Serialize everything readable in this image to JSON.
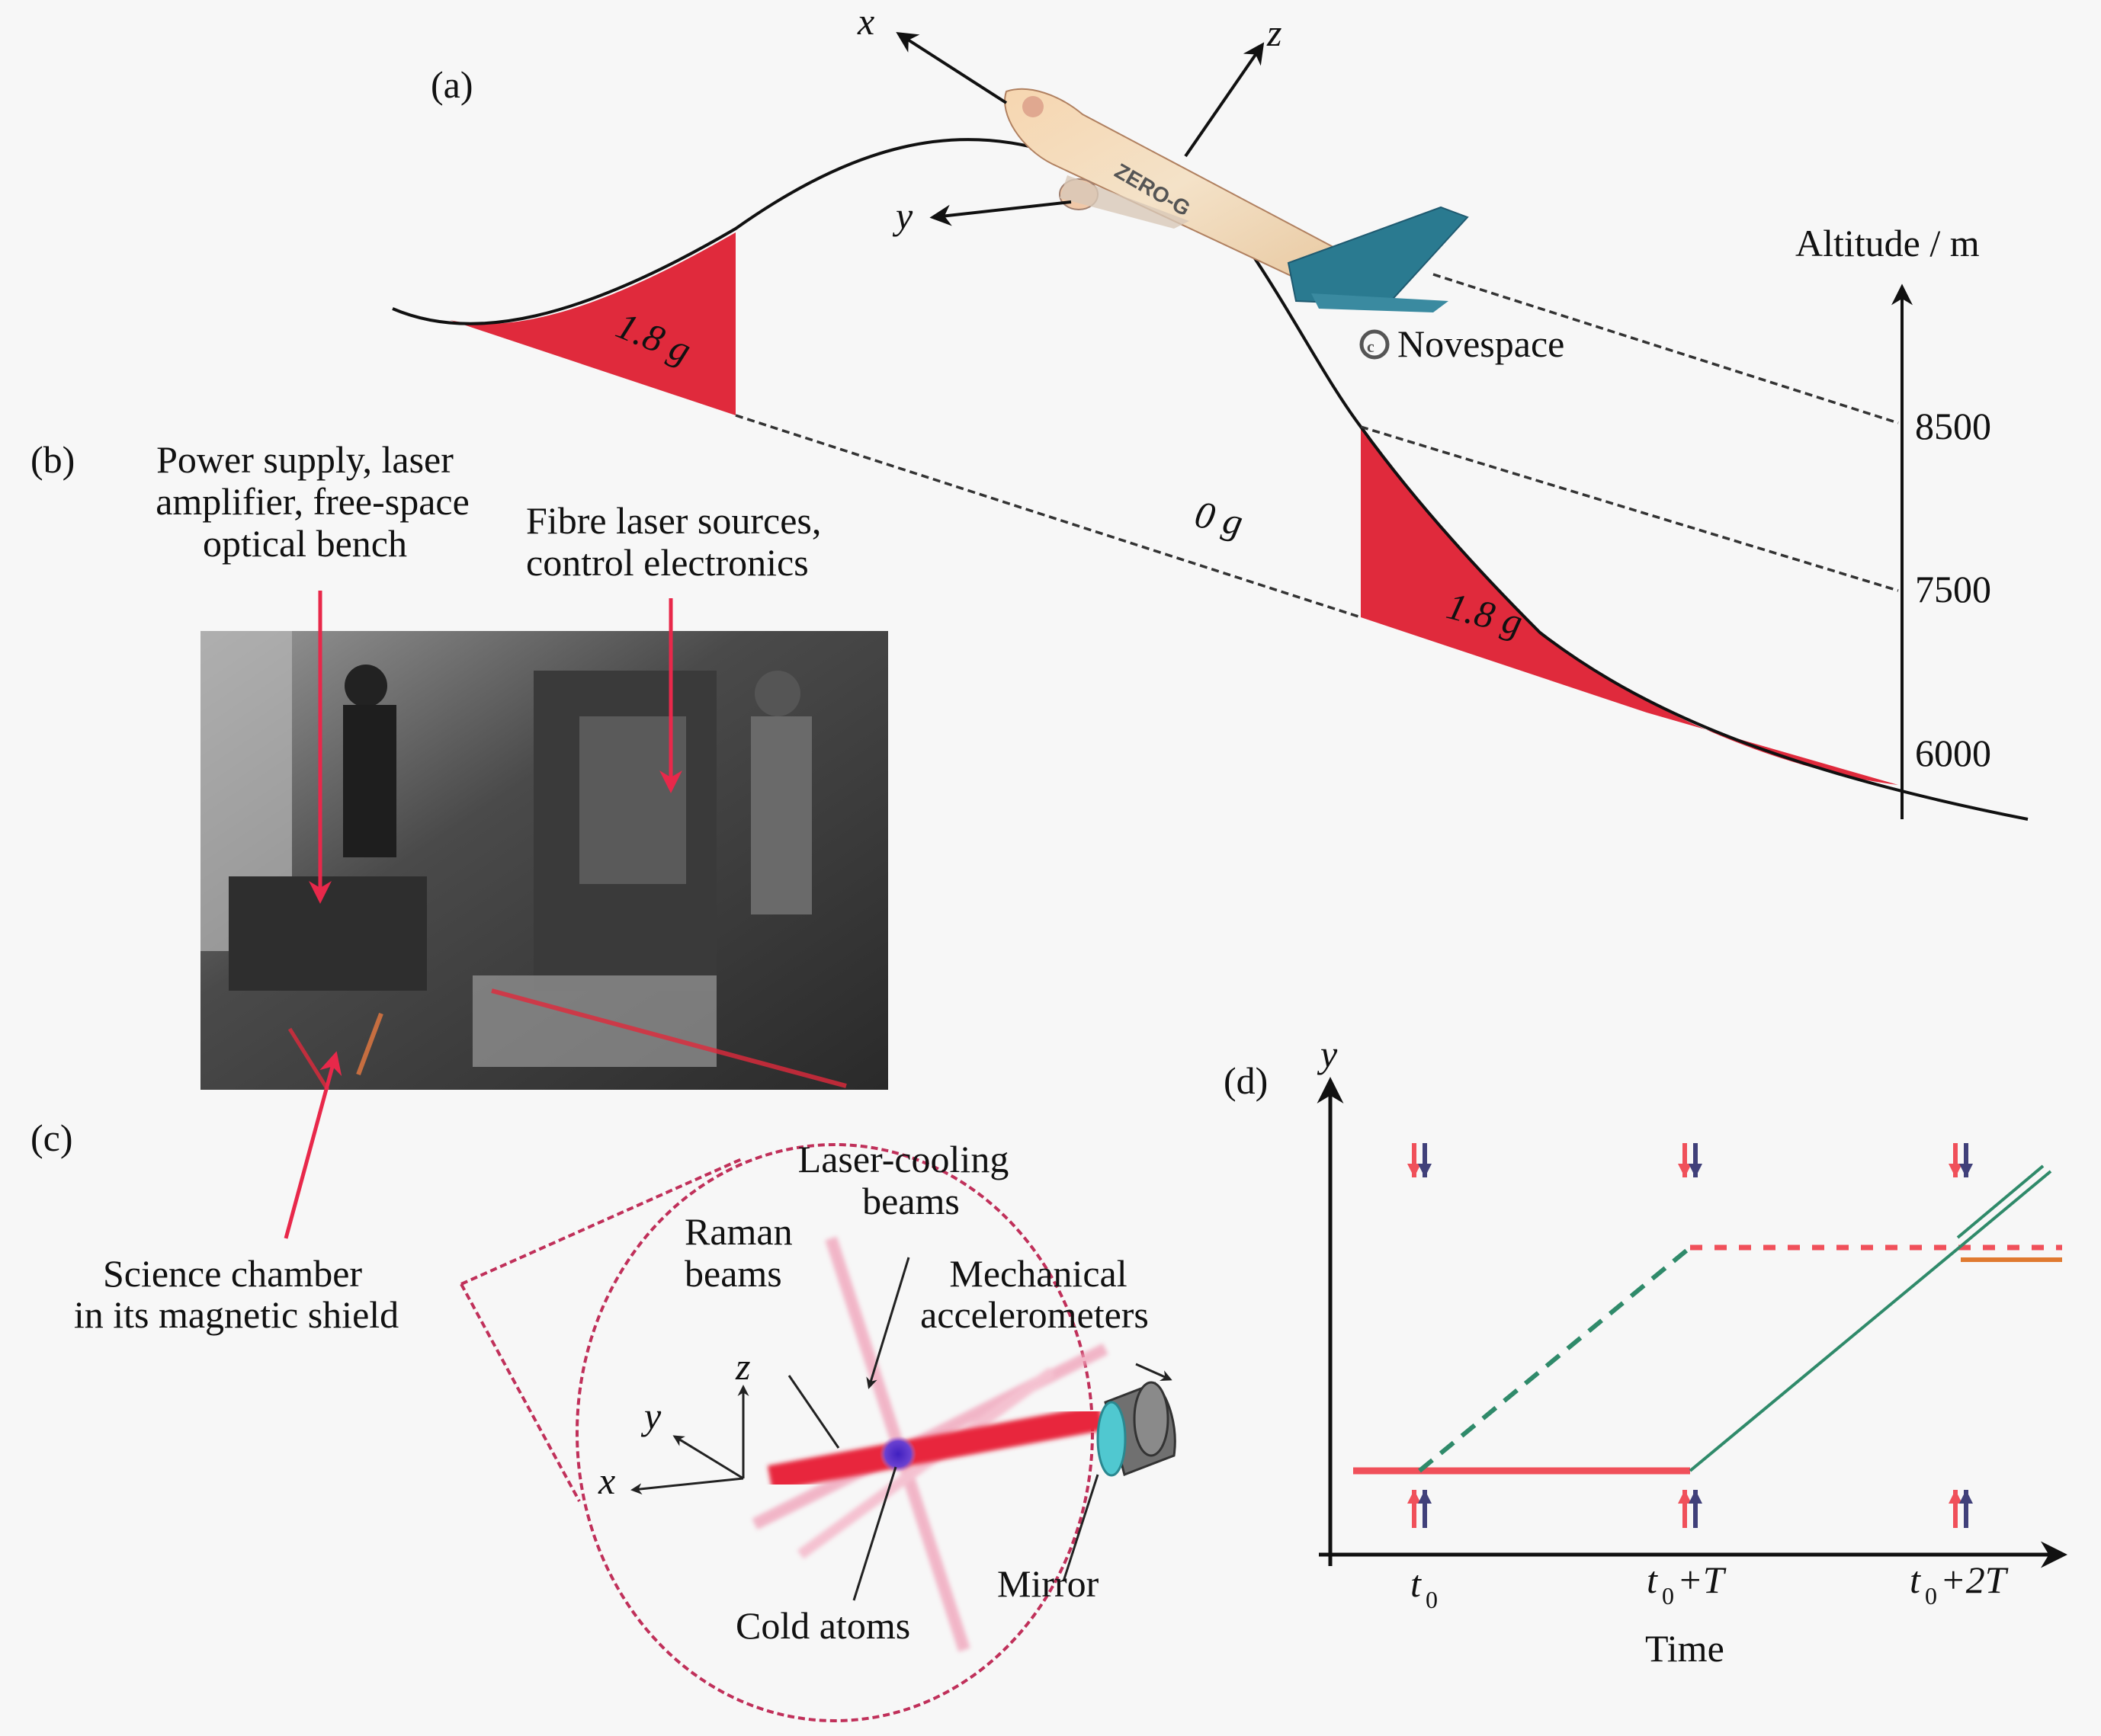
{
  "figure": {
    "panels": {
      "a": {
        "label": "(a)",
        "axes_labels": {
          "x": "x",
          "y": "y",
          "z": "z"
        },
        "altitude_axis": {
          "title": "Altitude / m",
          "ticks": [
            "8500",
            "7500",
            "6000"
          ]
        },
        "phase_labels": {
          "pull_up": "1.8 g",
          "freefall": "0 g",
          "pull_out": "1.8 g"
        },
        "credit": "Novespace",
        "aircraft_text": "ZERO-G",
        "colors": {
          "hypergravity": "#e02a3c"
        }
      },
      "b": {
        "label": "(b)",
        "callouts": {
          "left": [
            "Power supply, laser",
            "amplifier, free-space",
            "optical bench"
          ],
          "right": [
            "Fibre laser sources,",
            "control electronics"
          ],
          "bottom": [
            "Science chamber",
            "in its magnetic shield"
          ]
        }
      },
      "c": {
        "label": "(c)",
        "callouts": {
          "cooling": [
            "Laser-cooling",
            "beams"
          ],
          "raman": [
            "Raman",
            "beams"
          ],
          "accel": [
            "Mechanical",
            "accelerometers"
          ],
          "mirror": "Mirror",
          "atoms": "Cold atoms"
        },
        "axes_labels": {
          "x": "x",
          "y": "y",
          "z": "z"
        }
      },
      "d": {
        "label": "(d)",
        "y_label": "y",
        "x_label": "Time",
        "ticks": [
          {
            "t": "t",
            "sub": "0",
            "rest": ""
          },
          {
            "t": "t",
            "sub": "0",
            "rest": "+T"
          },
          {
            "t": "t",
            "sub": "0",
            "rest": "+2T"
          }
        ],
        "colors": {
          "red": "#f0505a",
          "green": "#2f8a6a",
          "blue": "#40407a",
          "orange": "#e07a30"
        }
      }
    }
  }
}
